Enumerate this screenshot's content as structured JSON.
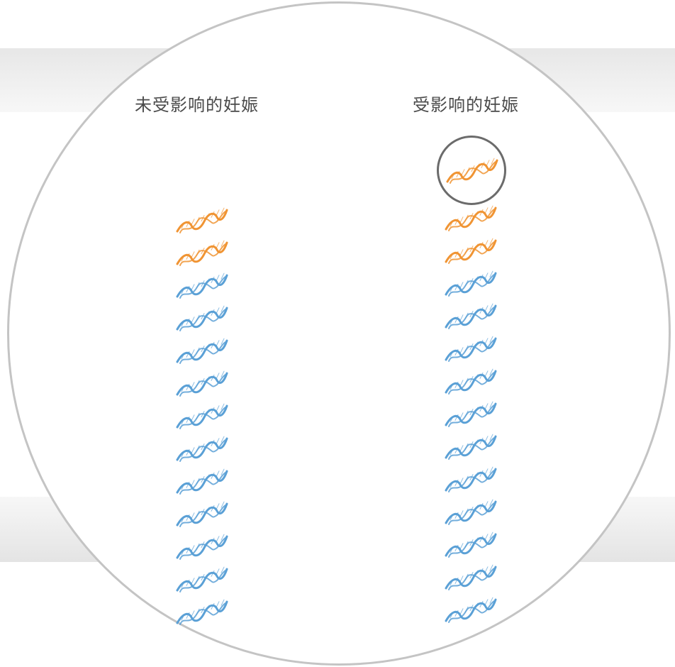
{
  "labels": {
    "unaffected": "未受影响的妊娠",
    "affected": "受影响的妊娠"
  },
  "colors": {
    "orange": "#f09433",
    "blue": "#5aa0d6",
    "ring": "#6b6b6b",
    "outline": "#c4c4c4"
  },
  "columns": {
    "unaffected": {
      "orange_count": 2,
      "blue_count": 11
    },
    "affected": {
      "orange_count": 2,
      "blue_count": 11,
      "extra_highlighted": "orange"
    }
  }
}
